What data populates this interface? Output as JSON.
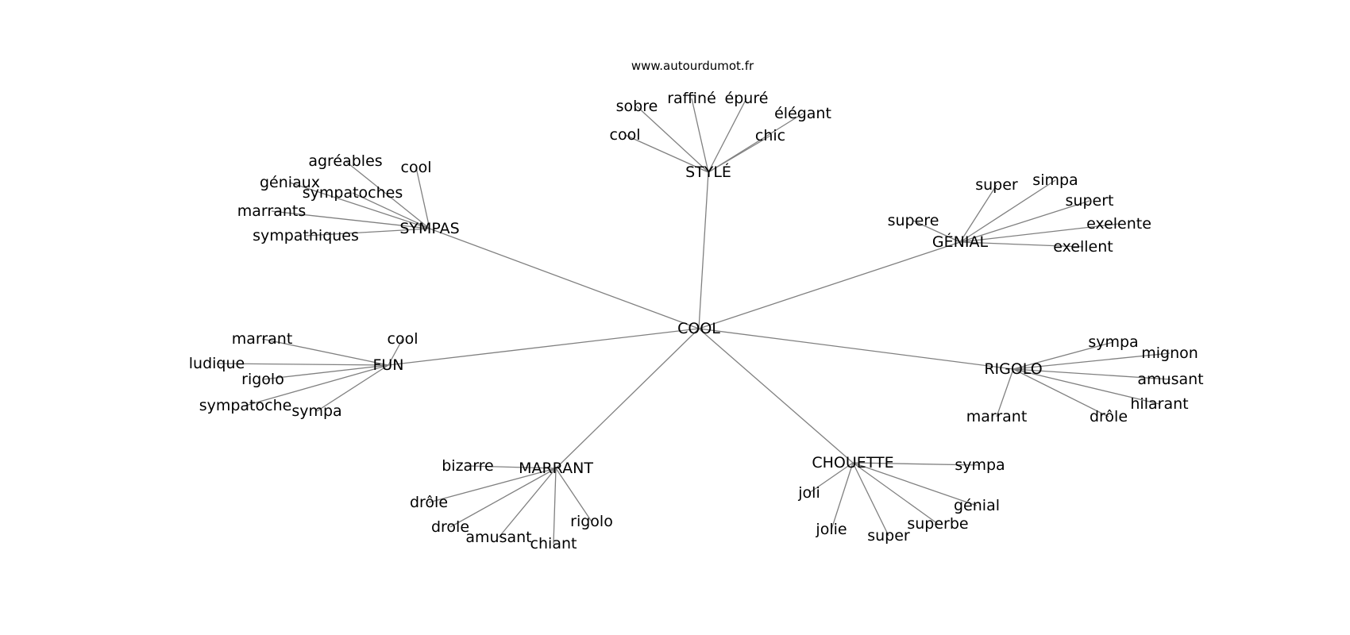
{
  "source": "www.autourdumot.fr",
  "center": "COOL",
  "clusters": [
    {
      "word": "STYLÉ",
      "words": [
        "sobre",
        "raffiné",
        "épuré",
        "élégant",
        "cool",
        "chic"
      ]
    },
    {
      "word": "SYMPAS",
      "words": [
        "agréables",
        "cool",
        "géniaux",
        "sympatoches",
        "marrants",
        "sympathiques"
      ]
    },
    {
      "word": "GÉNIAL",
      "words": [
        "super",
        "simpa",
        "supert",
        "supere",
        "exelente",
        "exellent"
      ]
    },
    {
      "word": "FUN",
      "words": [
        "marrant",
        "cool",
        "ludique",
        "rigolo",
        "sympatoche",
        "sympa"
      ]
    },
    {
      "word": "RIGOLO",
      "words": [
        "sympa",
        "mignon",
        "amusant",
        "hilarant",
        "marrant",
        "drôle"
      ]
    },
    {
      "word": "MARRANT",
      "words": [
        "bizarre",
        "drôle",
        "drole",
        "amusant",
        "chiant",
        "rigolo"
      ]
    },
    {
      "word": "CHOUETTE",
      "words": [
        "sympa",
        "joli",
        "génial",
        "jolie",
        "superbe",
        "super"
      ]
    }
  ]
}
